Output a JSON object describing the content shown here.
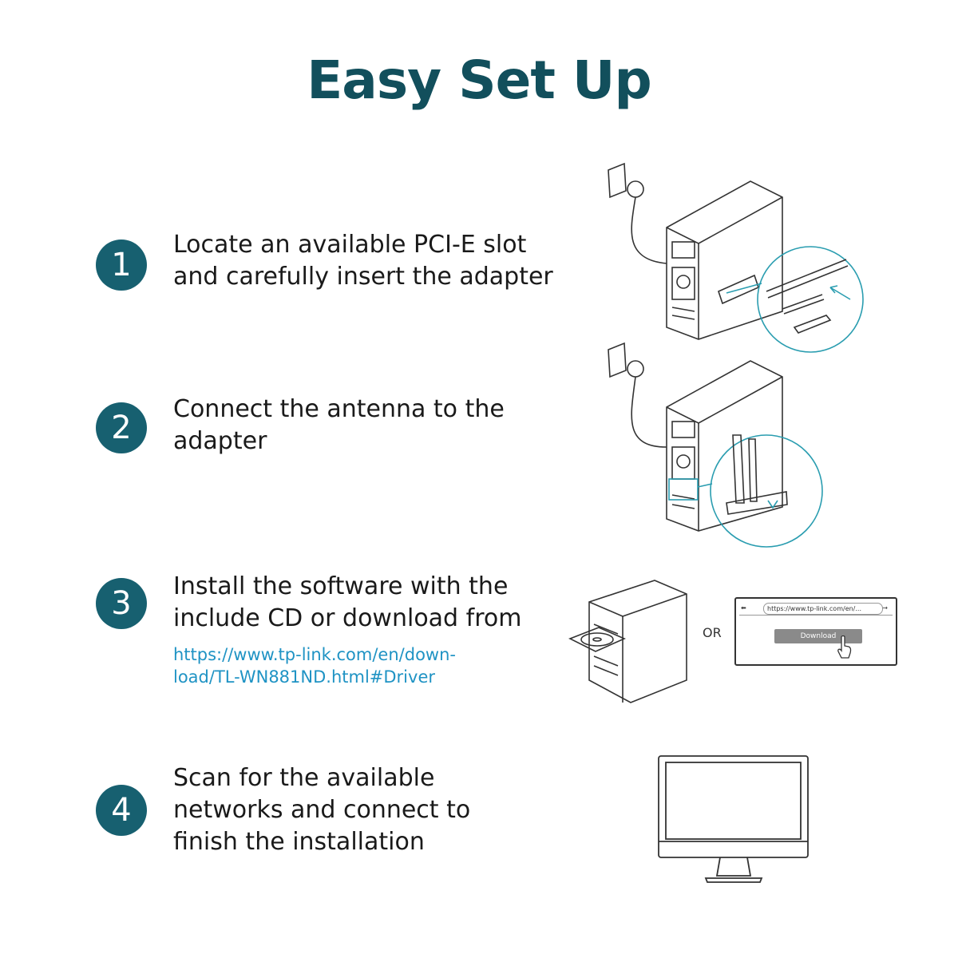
{
  "title": "Easy Set Up",
  "steps": [
    {
      "number": "1",
      "line1": "Locate an available PCI-E slot",
      "line2": "and carefully insert the adapter"
    },
    {
      "number": "2",
      "line1": "Connect the antenna to the",
      "line2": "adapter"
    },
    {
      "number": "3",
      "line1": "Install the software with the",
      "line2": "include CD or download from",
      "link_line1": "https://www.tp-link.com/en/down-",
      "link_line2": "load/TL-WN881ND.html#Driver"
    },
    {
      "number": "4",
      "line1": "Scan for the available",
      "line2": "networks and connect to",
      "line3": "finish the installation"
    }
  ],
  "or_label": "OR",
  "browser": {
    "url": "https://www.tp-link.com/en/...",
    "download_label": "Download"
  },
  "colors": {
    "accent": "#176070",
    "title": "#124f5c",
    "link": "#1f93c4",
    "highlight": "#2a9db0"
  }
}
